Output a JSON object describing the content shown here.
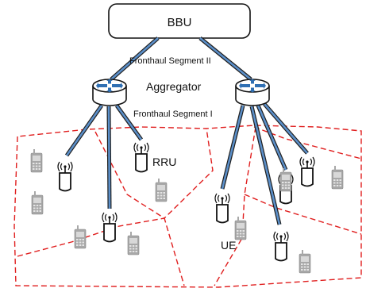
{
  "diagram": {
    "bbu_label": "BBU",
    "aggregator_label": "Aggregator",
    "fronthaul_segment_2_label": "Fronthaul Segment II",
    "fronthaul_segment_1_label": "Fronthaul Segment I",
    "rru_label": "RRU",
    "ue_label": "UE"
  },
  "colors": {
    "cell_boundary": "#e01e1e",
    "fiber_link": "#5b8fc9",
    "fiber_outline": "#1f1f1f",
    "aggregator_icon": "#2f6fb3",
    "ue_device": "#9c9c9c"
  }
}
